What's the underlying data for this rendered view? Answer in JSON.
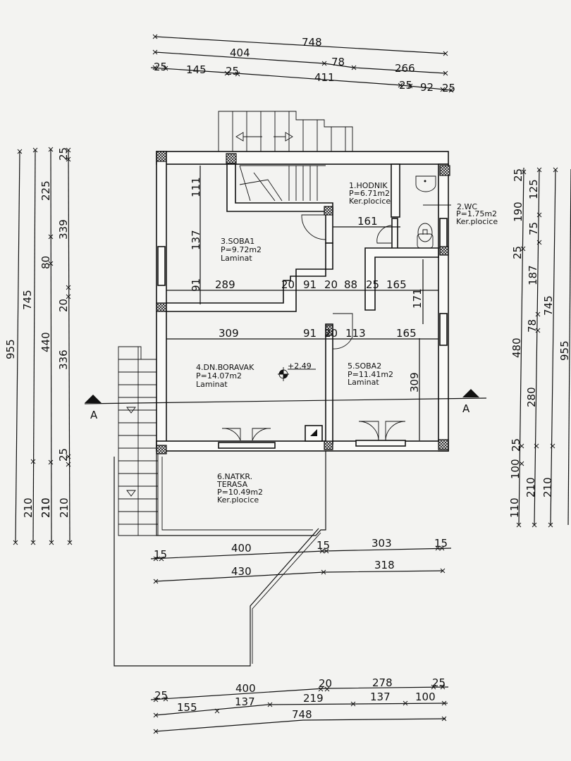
{
  "dimensions": {
    "top": [
      "748",
      "404",
      "78",
      "266",
      "25",
      "145",
      "25",
      "411",
      "25",
      "92",
      "25"
    ],
    "left": [
      "955",
      "210",
      "745",
      "210",
      "225",
      "80",
      "440",
      "210",
      "25",
      "339",
      "20",
      "336",
      "25",
      "210"
    ],
    "right": [
      "25",
      "190",
      "25",
      "480",
      "25",
      "100",
      "110",
      "125",
      "75",
      "187",
      "78",
      "280",
      "210",
      "745",
      "210",
      "955"
    ],
    "bottom": [
      "15",
      "400",
      "15",
      "303",
      "15",
      "430",
      "318",
      "25",
      "400",
      "20",
      "278",
      "25",
      "155",
      "137",
      "219",
      "137",
      "100",
      "748"
    ],
    "interior": [
      "111",
      "137",
      "91",
      "289",
      "20",
      "91",
      "20",
      "88",
      "25",
      "165",
      "171",
      "309",
      "91",
      "20",
      "113",
      "165",
      "309",
      "161"
    ]
  },
  "rooms": [
    {
      "name": "1.HODNIK",
      "area": "P=6.71m2",
      "floor": "Ker.plocice"
    },
    {
      "name": "2.WC",
      "area": "P=1.75m2",
      "floor": "Ker.plocice"
    },
    {
      "name": "3.SOBA1",
      "area": "P=9.72m2",
      "floor": "Laminat"
    },
    {
      "name": "4.DN.BORAVAK",
      "area": "P=14.07m2",
      "floor": "Laminat"
    },
    {
      "name": "5.SOBA2",
      "area": "P=11.41m2",
      "floor": "Laminat"
    },
    {
      "name": "6.NATKR.",
      "name2": "TERASA",
      "area": "P=10.49m2",
      "floor": "Ker.plocice"
    }
  ],
  "elevation": "+2.49",
  "section": {
    "left": "A",
    "right": "A"
  }
}
